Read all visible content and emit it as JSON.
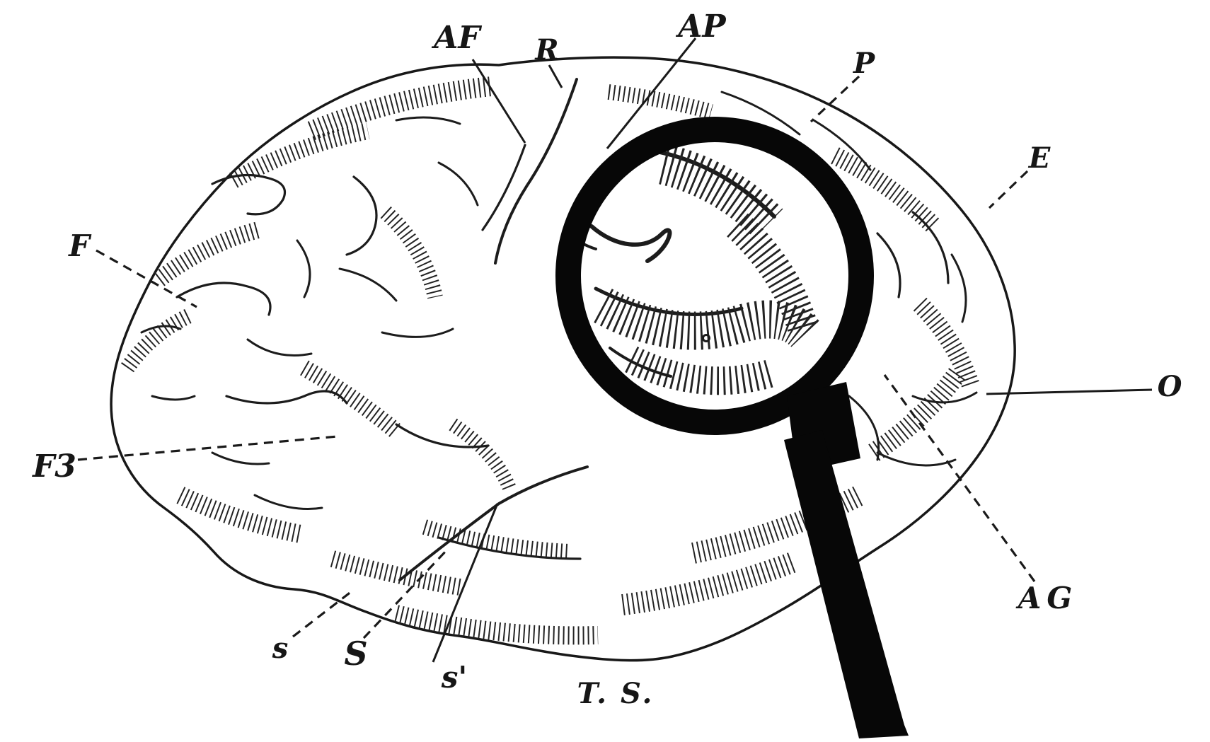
{
  "figure": {
    "description": "Engraved lateral view of a human brain inspected with a magnifying glass",
    "colors": {
      "ink": "#161616",
      "paper": "#ffffff",
      "magnifier": "#070707"
    },
    "labels": [
      {
        "id": "AF",
        "text": "AF",
        "leader": "solid"
      },
      {
        "id": "R",
        "text": "R",
        "leader": "solid"
      },
      {
        "id": "AP",
        "text": "AP",
        "leader": "solid"
      },
      {
        "id": "P",
        "text": "P",
        "leader": "dashed"
      },
      {
        "id": "E",
        "text": "E",
        "leader": "dashed"
      },
      {
        "id": "F",
        "text": "F",
        "leader": "dashed"
      },
      {
        "id": "F3",
        "text": "F3",
        "leader": "dashed"
      },
      {
        "id": "O",
        "text": "O",
        "leader": "solid"
      },
      {
        "id": "AG",
        "text": "AG",
        "leader": "dashed"
      },
      {
        "id": "s",
        "text": "s",
        "leader": "dashed"
      },
      {
        "id": "S",
        "text": "S",
        "leader": "dashed"
      },
      {
        "id": "s-prime",
        "text": "s'",
        "leader": "solid"
      },
      {
        "id": "TS",
        "text": "T. S.",
        "leader": "none"
      }
    ]
  }
}
